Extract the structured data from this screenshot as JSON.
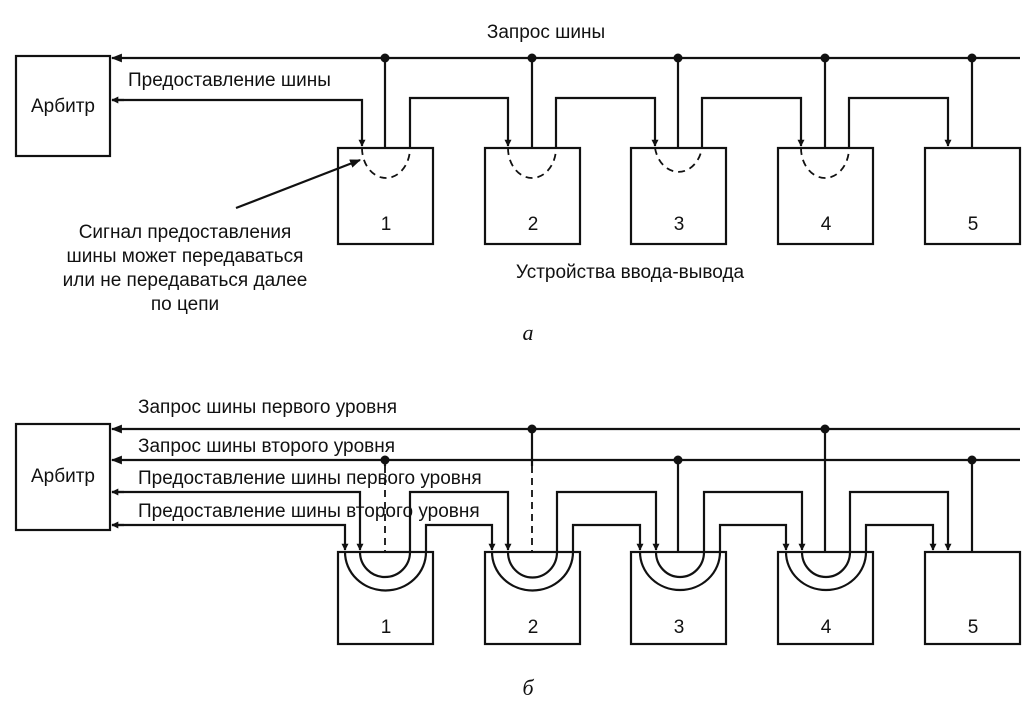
{
  "diagram_a": {
    "arbiter": "Арбитр",
    "bus_request": "Запрос шины",
    "bus_grant": "Предоставление шины",
    "note_lines": [
      "Сигнал предоставления",
      "шины может передаваться",
      "или не передаваться далее",
      "по цепи"
    ],
    "devices_caption": "Устройства ввода-вывода",
    "devices": [
      "1",
      "2",
      "3",
      "4",
      "5"
    ],
    "caption": "а"
  },
  "diagram_b": {
    "arbiter": "Арбитр",
    "request_level1": "Запрос шины первого уровня",
    "request_level2": "Запрос шины второго уровня",
    "grant_level1": "Предоставление шины первого уровня",
    "grant_level2": "Предоставление шины второго уровня",
    "devices": [
      "1",
      "2",
      "3",
      "4",
      "5"
    ],
    "caption": "б"
  }
}
